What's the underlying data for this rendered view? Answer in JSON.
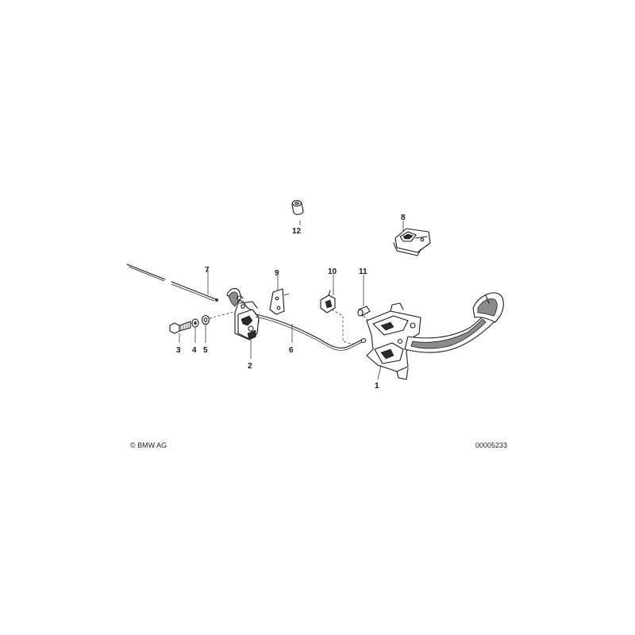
{
  "parts": [
    {
      "id": "1",
      "label": "1"
    },
    {
      "id": "2",
      "label": "2"
    },
    {
      "id": "3",
      "label": "3"
    },
    {
      "id": "4",
      "label": "4"
    },
    {
      "id": "5",
      "label": "5"
    },
    {
      "id": "6",
      "label": "6"
    },
    {
      "id": "7",
      "label": "7"
    },
    {
      "id": "8",
      "label": "8"
    },
    {
      "id": "9",
      "label": "9"
    },
    {
      "id": "10",
      "label": "10"
    },
    {
      "id": "11",
      "label": "11"
    },
    {
      "id": "12",
      "label": "12"
    }
  ],
  "footer": {
    "copyright": "© BMW AG",
    "diagram_number": "00005233"
  }
}
